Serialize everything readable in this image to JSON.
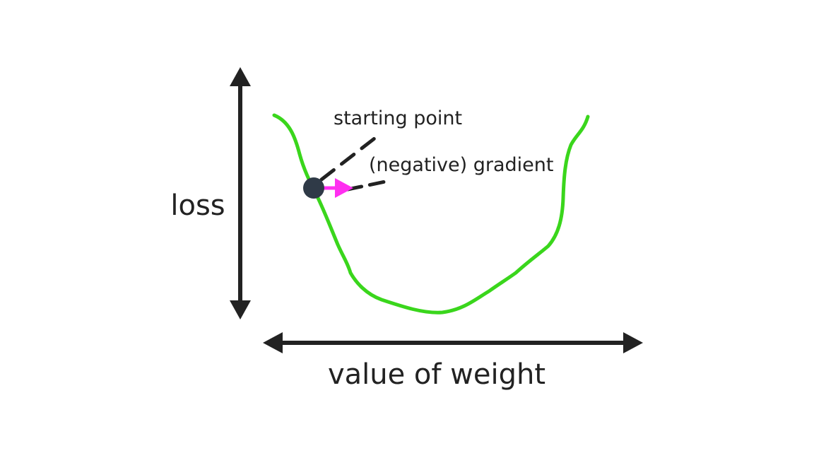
{
  "diagram": {
    "labels": {
      "y_axis": "loss",
      "x_axis": "value of weight",
      "starting_point": "starting point",
      "gradient": "(negative) gradient"
    },
    "colors": {
      "curve": "#3ad61c",
      "point": "#2f3a47",
      "gradient_arrow": "#ff2ef0",
      "axes": "#222222",
      "leader_lines": "#222222",
      "background": "#ffffff"
    }
  }
}
